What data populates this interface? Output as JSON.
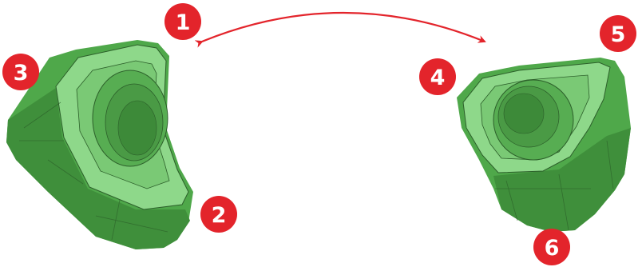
{
  "colors": {
    "badge": "#e3242b",
    "badge_text": "#ffffff",
    "arrow": "#e3242b",
    "insert_face": "#8ed88a",
    "insert_body": "#4fa84a",
    "insert_side": "#3f8f3b",
    "insert_dark": "#2e6e2b",
    "edge_lines": "#2c5f2a"
  },
  "corner_labels": [
    {
      "id": "1",
      "text": "1"
    },
    {
      "id": "2",
      "text": "2"
    },
    {
      "id": "3",
      "text": "3"
    },
    {
      "id": "4",
      "text": "4"
    },
    {
      "id": "5",
      "text": "5"
    },
    {
      "id": "6",
      "text": "6"
    }
  ]
}
